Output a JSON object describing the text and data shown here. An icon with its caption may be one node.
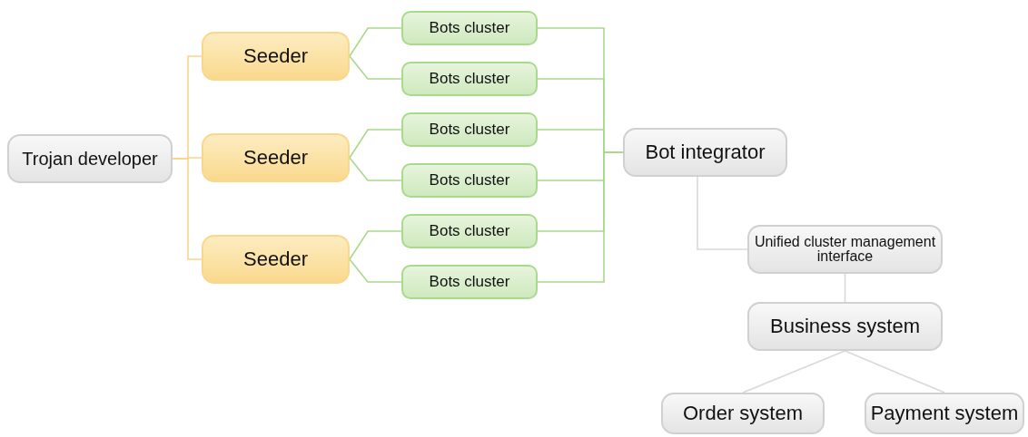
{
  "diagram": {
    "nodes": [
      {
        "text": [
          "Trojan developer"
        ]
      },
      {
        "text": [
          "Seeder"
        ]
      },
      {
        "text": [
          "Seeder"
        ]
      },
      {
        "text": [
          "Seeder"
        ]
      },
      {
        "text": [
          "Bots cluster"
        ]
      },
      {
        "text": [
          "Bots cluster"
        ]
      },
      {
        "text": [
          "Bots cluster"
        ]
      },
      {
        "text": [
          "Bots cluster"
        ]
      },
      {
        "text": [
          "Bots cluster"
        ]
      },
      {
        "text": [
          "Bots cluster"
        ]
      },
      {
        "text": [
          "Bot integrator"
        ]
      },
      {
        "text": [
          "Unified cluster management interface"
        ]
      },
      {
        "text": [
          "Business system"
        ]
      },
      {
        "text": [
          "Order system"
        ]
      },
      {
        "text": [
          "Payment system"
        ]
      }
    ],
    "edges": [
      {
        "from": 0,
        "to": 1,
        "arrow": "none",
        "color": "#f7d68c"
      },
      {
        "from": 0,
        "to": 2,
        "arrow": "none",
        "color": "#f7d68c"
      },
      {
        "from": 0,
        "to": 3,
        "arrow": "none",
        "color": "#f7d68c"
      },
      {
        "from": 1,
        "to": 4,
        "arrow": "none"
      },
      {
        "from": 1,
        "to": 5,
        "arrow": "none"
      },
      {
        "from": 2,
        "to": 6,
        "arrow": "none"
      },
      {
        "from": 2,
        "to": 7,
        "arrow": "none"
      },
      {
        "from": 3,
        "to": 8,
        "arrow": "none"
      },
      {
        "from": 3,
        "to": 9,
        "arrow": "none"
      },
      {
        "from": 4,
        "to": 10,
        "arrow": "none"
      },
      {
        "from": 5,
        "to": 10,
        "arrow": "none"
      },
      {
        "from": 6,
        "to": 10,
        "arrow": "none"
      },
      {
        "from": 7,
        "to": 10,
        "arrow": "none"
      },
      {
        "from": 8,
        "to": 10,
        "arrow": "none"
      },
      {
        "from": 9,
        "to": 10,
        "arrow": "none"
      },
      {
        "from": 10,
        "to": 11,
        "arrow": "none",
        "color": "#d9d9d9"
      },
      {
        "from": 11,
        "to": 12,
        "arrow": "none",
        "color": "#d9d9d9"
      },
      {
        "from": 12,
        "to": 13,
        "arrow": "none",
        "color": "#d9d9d9"
      },
      {
        "from": 12,
        "to": 14,
        "arrow": "none",
        "color": "#d9d9d9"
      }
    ]
  }
}
